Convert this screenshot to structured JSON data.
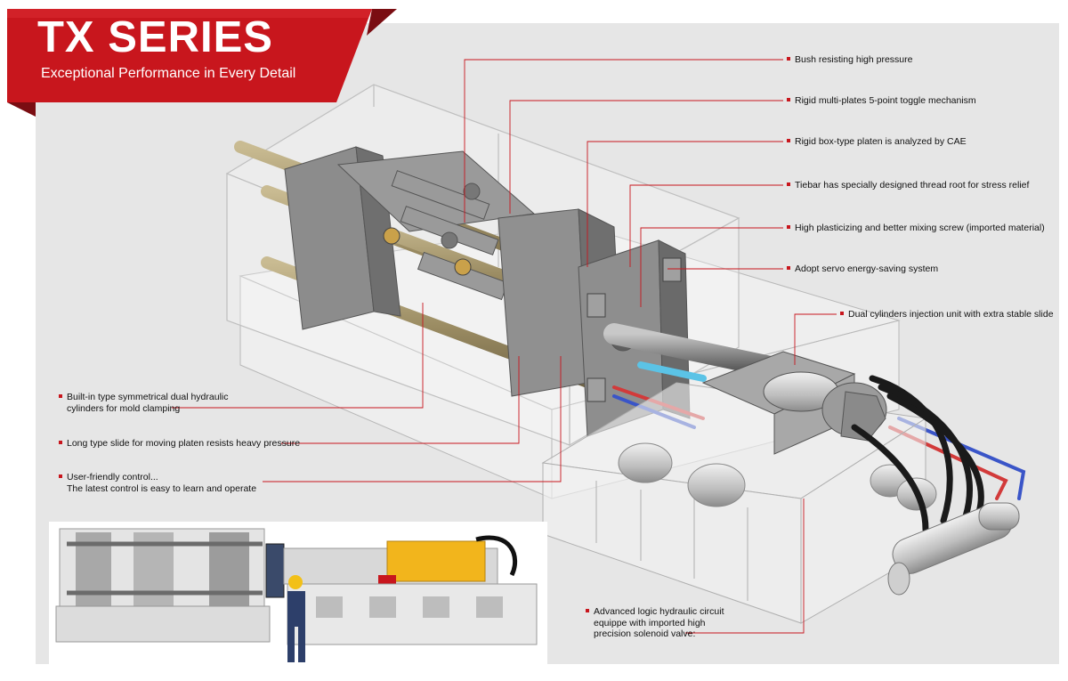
{
  "header": {
    "title": "TX SERIES",
    "subtitle": "Exceptional Performance in Every Detail"
  },
  "colors": {
    "accent_red": "#c8161d",
    "panel_bg": "#e6e6e6",
    "machine_gray": "#8a8a8a",
    "rod_tan": "#a4966e",
    "pipe_red": "#d23a3a",
    "pipe_blue": "#3a55c8",
    "hopper_yellow": "#f2b51c"
  },
  "callouts": {
    "bush": "Bush resisting high pressure",
    "toggle": "Rigid multi-plates 5-point toggle mechanism",
    "platen": "Rigid box-type platen is analyzed by CAE",
    "tiebar": "Tiebar has specially designed thread root for stress relief",
    "screw": "High plasticizing and better mixing screw (imported material)",
    "servo": "Adopt servo energy-saving system",
    "injection": "Dual cylinders injection unit with extra stable slide",
    "clamping_1": "Built-in type symmetrical dual hydraulic",
    "clamping_2": "cylinders for mold clamping",
    "slide": "Long type slide for moving platen resists heavy pressure",
    "control_1": "User-friendly control...",
    "control_2": "The latest control is easy to learn and operate",
    "hydraulic_1": "Advanced logic hydraulic circuit",
    "hydraulic_2": "equippe with imported high",
    "hydraulic_3": "precision solenoid valve:"
  }
}
